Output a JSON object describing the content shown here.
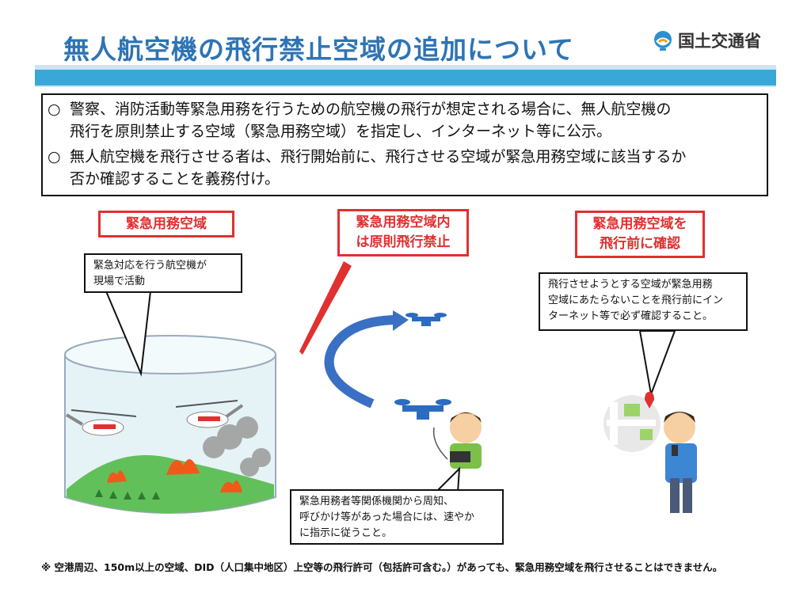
{
  "header": {
    "title": "無人航空機の飛行禁止空域の追加について",
    "logo_text": "国土交通省"
  },
  "summary": {
    "bullets": [
      {
        "mark": "○",
        "line1": "警察、消防活動等緊急用務を行うための航空機の飛行が想定される場合に、無人航空機の",
        "line2": "飛行を原則禁止する空域（緊急用務空域）を指定し、インターネット等に公示。"
      },
      {
        "mark": "○",
        "line1": "無人航空機を飛行させる者は、飛行開始前に、飛行させる空域が緊急用務空域に該当するか",
        "line2": "否か確認することを義務付け。"
      }
    ]
  },
  "panels": {
    "left": {
      "label": "緊急用務空域",
      "callout_line1": "緊急対応を行う航空機が",
      "callout_line2": "現場で活動"
    },
    "center": {
      "label_line1": "緊急用務空域内",
      "label_line2": "は原則飛行禁止",
      "callout_line1": "緊急用務者等関係機関から周知、",
      "callout_line2": "呼びかけ等があった場合には、速やか",
      "callout_line3": "に指示に従うこと。"
    },
    "right": {
      "label_line1": "緊急用務空域を",
      "label_line2": "飛行前に確認",
      "callout_line1": "飛行させようとする空域が緊急用務",
      "callout_line2": "空域にあたらないことを飛行前にイン",
      "callout_line3": "ターネット等で必ず確認すること。"
    }
  },
  "footnote": "※ 空港周辺、150m以上の空域、DID（人口集中地区）上空等の飛行許可（包括許可含む。）があっても、緊急用務空域を飛行させることはできません。",
  "colors": {
    "title_blue": "#2e74b5",
    "stripe_blue": "#3aa7d9",
    "label_red": "#e03030"
  }
}
